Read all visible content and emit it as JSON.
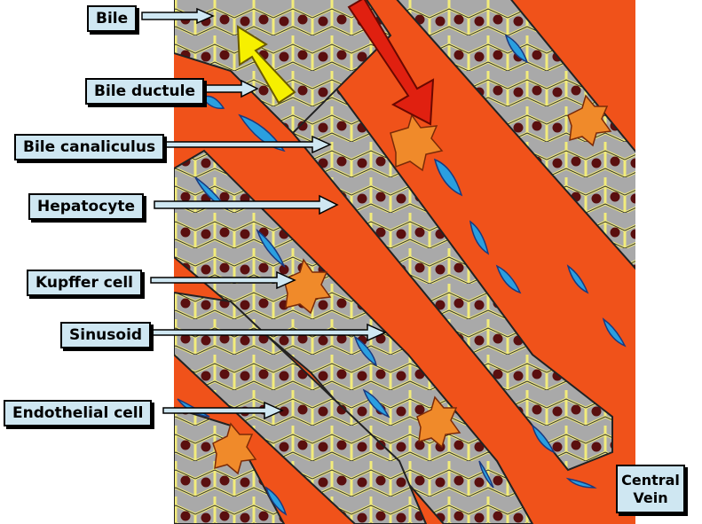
{
  "labels": {
    "bile": "Bile",
    "bile_ductule": "Bile ductule",
    "bile_canaliculus": "Bile canaliculus",
    "hepatocyte": "Hepatocyte",
    "kupffer_cell": "Kupffer cell",
    "sinusoid": "Sinusoid",
    "endothelial_cell": "Endothelial cell",
    "central_vein_line1": "Central",
    "central_vein_line2": "Vein"
  },
  "colors": {
    "sinusoid": "#f0521a",
    "hepatocyte": "#a9a9a9",
    "nucleus": "#5a0f0f",
    "canaliculus": "#f2ec7a",
    "endothelial": "#2a9fe0",
    "kupffer": "#f08a2a",
    "label_bg": "#cfe7f2",
    "blood_flow_arrow": "#e02010",
    "bile_flow_arrow": "#f6f000"
  }
}
